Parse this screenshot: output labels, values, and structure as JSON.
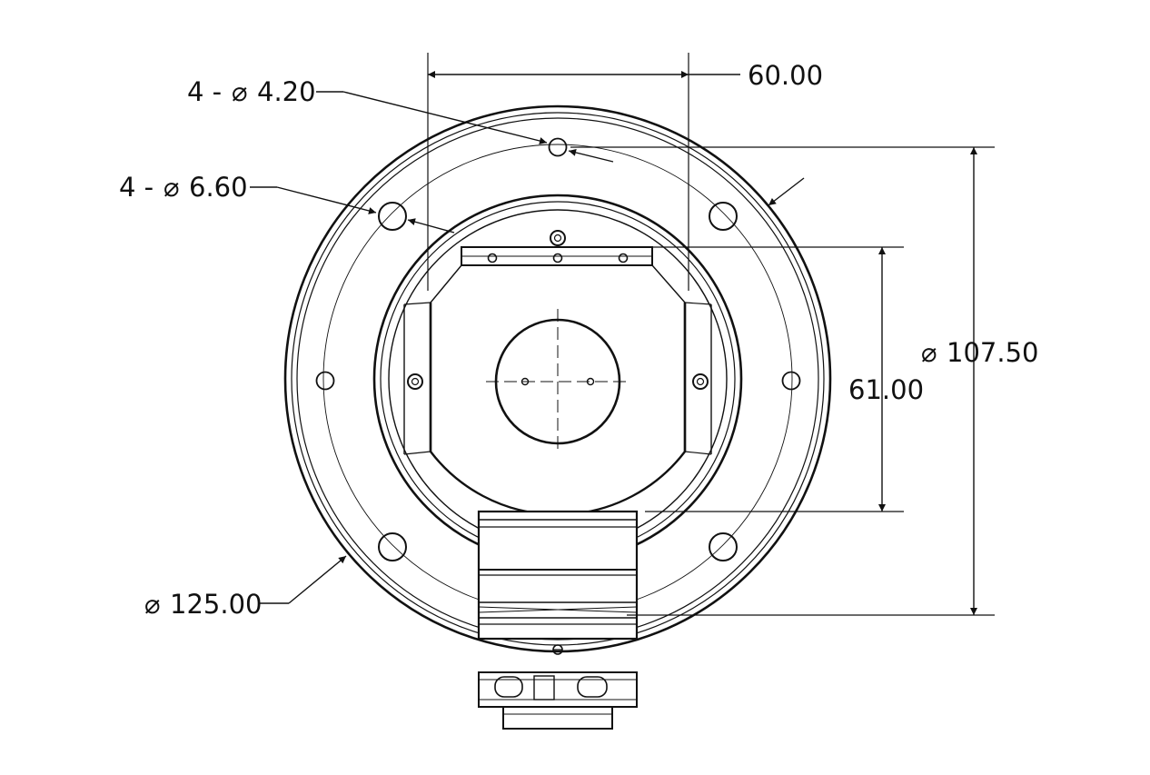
{
  "colors": {
    "line": "#111111",
    "background": "#ffffff"
  },
  "dimensions": {
    "top_width": "60.00",
    "small_hole_qty": "4 -",
    "small_hole_dia": "4.20",
    "large_hole_qty": "4 -",
    "large_hole_dia": "6.60",
    "bolt_circle_dia": "107.50",
    "body_height": "61.00",
    "outer_dia": "125.00"
  },
  "symbols": {
    "diameter": "⌀"
  }
}
